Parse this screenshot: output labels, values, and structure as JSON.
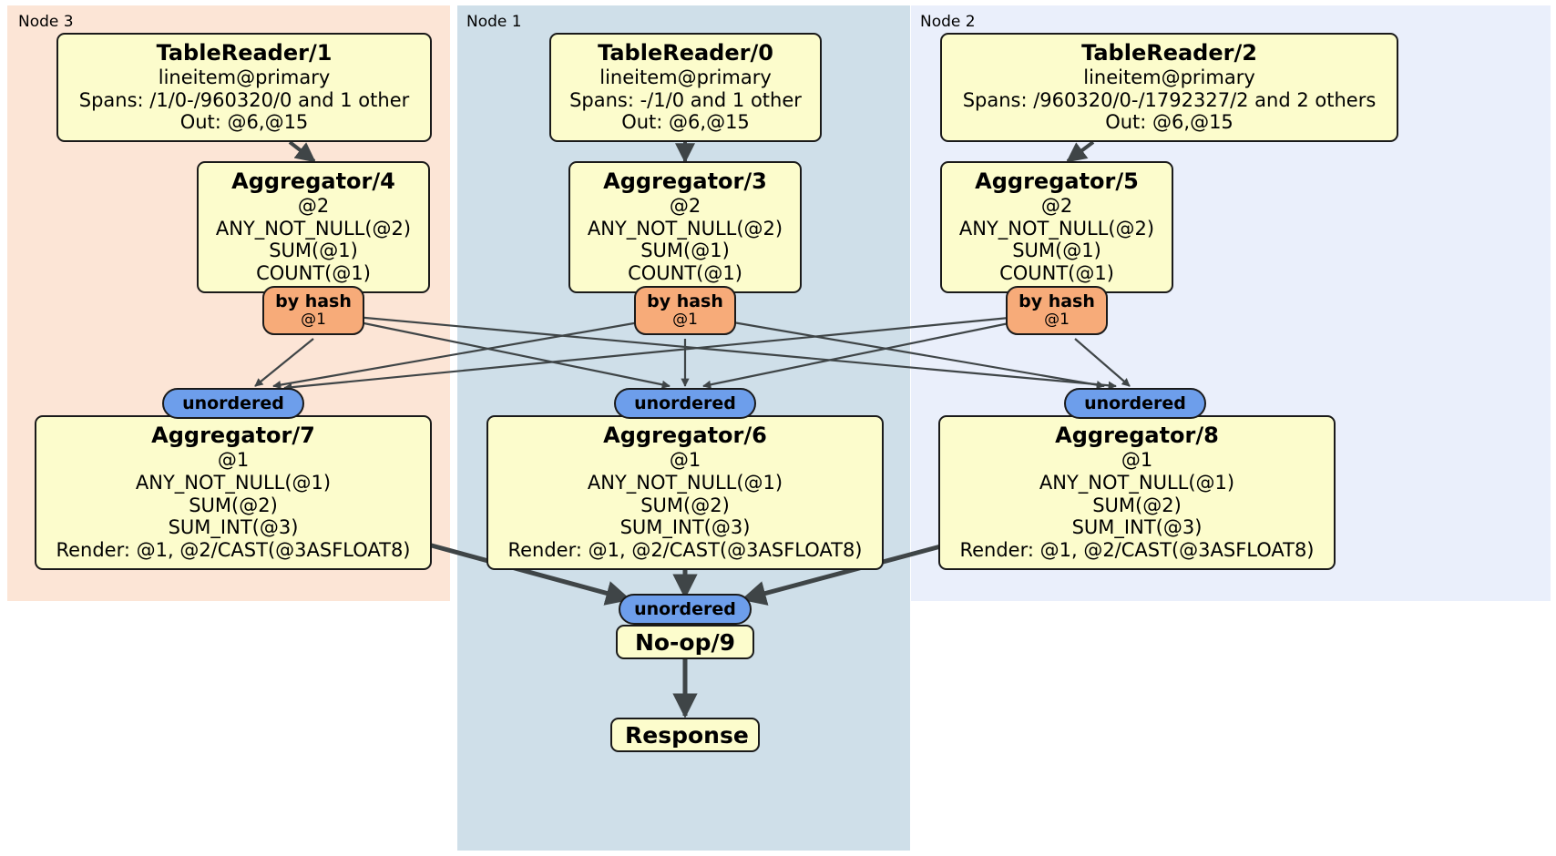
{
  "diagram": {
    "type": "distributed-query-plan",
    "colors": {
      "node3_panel": "#fce5d6",
      "node1_panel": "#cfdfe9",
      "node2_panel": "#eaeffb",
      "processor_box": "#fcfccc",
      "box_border": "#1a1a1a",
      "router_hash": "#f7ab79",
      "collector_unordered": "#6d9eeb",
      "edge": "#3f4547"
    }
  },
  "panels": [
    {
      "id": "node3",
      "label": "Node 3"
    },
    {
      "id": "node1",
      "label": "Node 1"
    },
    {
      "id": "node2",
      "label": "Node 2"
    }
  ],
  "processors": {
    "table_reader_1": {
      "title": "TableReader/1",
      "lines": [
        "lineitem@primary",
        "Spans: /1/0-/960320/0 and 1 other",
        "Out: @6,@15"
      ]
    },
    "table_reader_0": {
      "title": "TableReader/0",
      "lines": [
        "lineitem@primary",
        "Spans: -/1/0 and 1 other",
        "Out: @6,@15"
      ]
    },
    "table_reader_2": {
      "title": "TableReader/2",
      "lines": [
        "lineitem@primary",
        "Spans: /960320/0-/1792327/2 and 2 others",
        "Out: @6,@15"
      ]
    },
    "aggregator_4": {
      "title": "Aggregator/4",
      "lines": [
        "@2",
        "ANY_NOT_NULL(@2)",
        "SUM(@1)",
        "COUNT(@1)"
      ]
    },
    "aggregator_3": {
      "title": "Aggregator/3",
      "lines": [
        "@2",
        "ANY_NOT_NULL(@2)",
        "SUM(@1)",
        "COUNT(@1)"
      ]
    },
    "aggregator_5": {
      "title": "Aggregator/5",
      "lines": [
        "@2",
        "ANY_NOT_NULL(@2)",
        "SUM(@1)",
        "COUNT(@1)"
      ]
    },
    "aggregator_7": {
      "title": "Aggregator/7",
      "lines": [
        "@1",
        "ANY_NOT_NULL(@1)",
        "SUM(@2)",
        "SUM_INT(@3)",
        "Render: @1, @2/CAST(@3ASFLOAT8)"
      ]
    },
    "aggregator_6": {
      "title": "Aggregator/6",
      "lines": [
        "@1",
        "ANY_NOT_NULL(@1)",
        "SUM(@2)",
        "SUM_INT(@3)",
        "Render: @1, @2/CAST(@3ASFLOAT8)"
      ]
    },
    "aggregator_8": {
      "title": "Aggregator/8",
      "lines": [
        "@1",
        "ANY_NOT_NULL(@1)",
        "SUM(@2)",
        "SUM_INT(@3)",
        "Render: @1, @2/CAST(@3ASFLOAT8)"
      ]
    },
    "noop_9": {
      "title": "No-op/9",
      "lines": []
    },
    "response": {
      "title": "Response",
      "lines": []
    }
  },
  "routers": {
    "hash_left": {
      "label": "by hash",
      "sub": "@1"
    },
    "hash_mid": {
      "label": "by hash",
      "sub": "@1"
    },
    "hash_right": {
      "label": "by hash",
      "sub": "@1"
    }
  },
  "collectors": {
    "unordered_left": {
      "label": "unordered"
    },
    "unordered_mid": {
      "label": "unordered"
    },
    "unordered_right": {
      "label": "unordered"
    },
    "unordered_final": {
      "label": "unordered"
    }
  }
}
